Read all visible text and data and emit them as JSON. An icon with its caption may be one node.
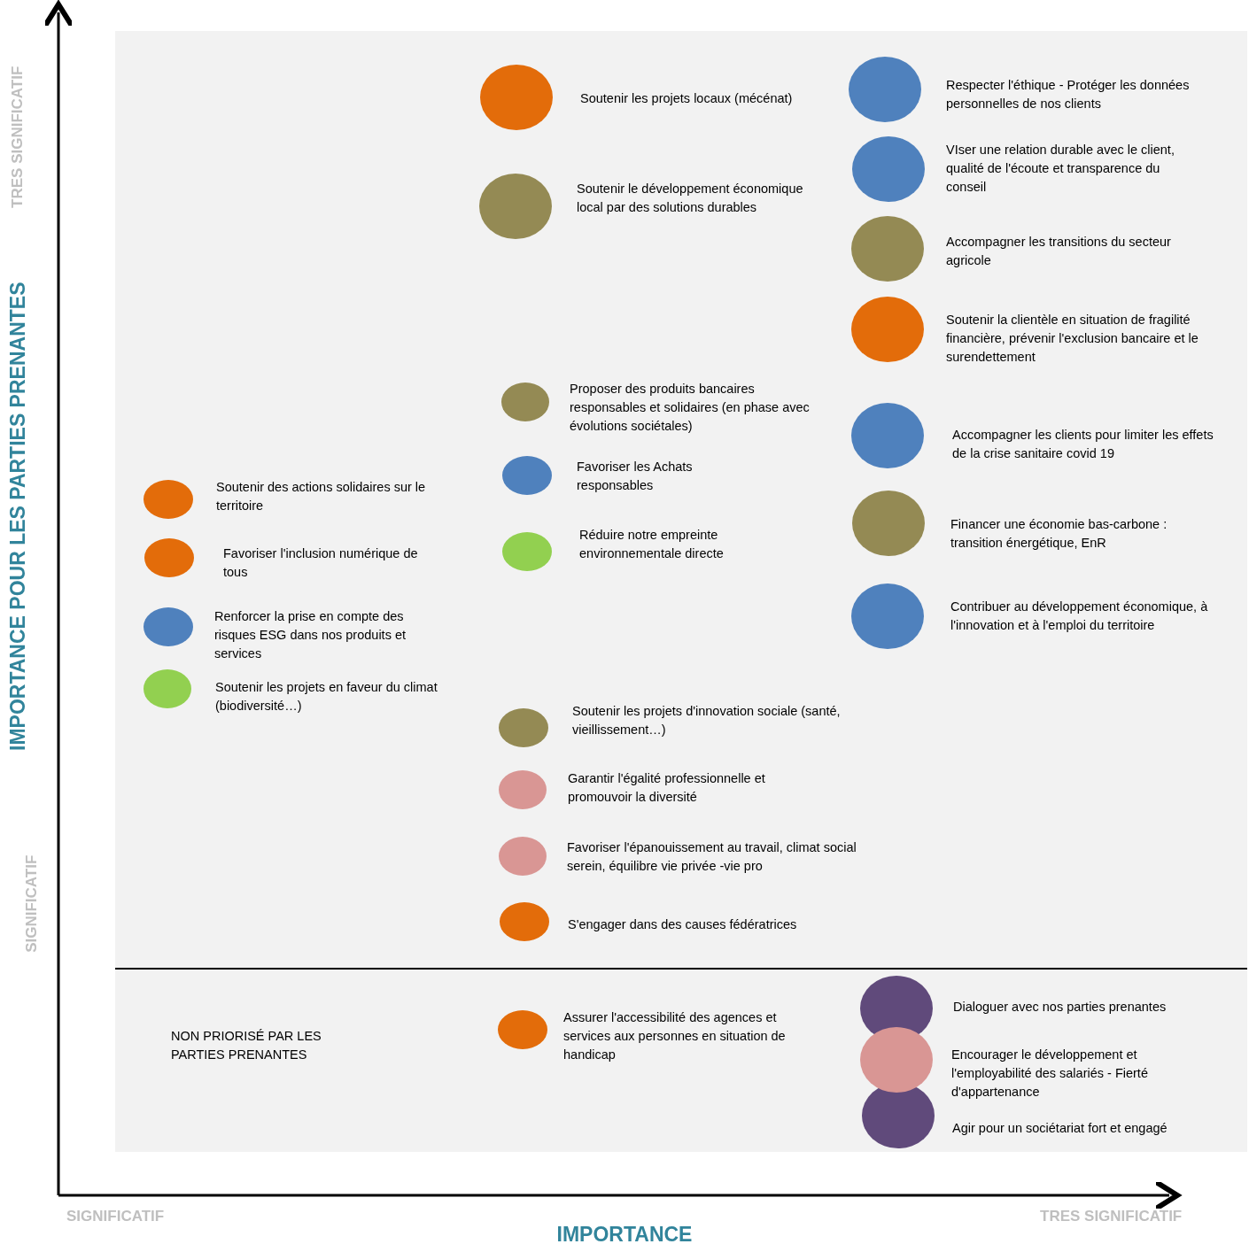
{
  "diagram": {
    "nodes": [
      {
        "text": [],
        "shape": "circle",
        "beside": [
          "Soutenir les projets locaux (mécénat)"
        ]
      },
      {
        "text": [],
        "shape": "circle",
        "beside": [
          "Soutenir le développement économique local par des solutions durables"
        ]
      },
      {
        "text": [],
        "shape": "circle",
        "beside": [
          "Respecter l'éthique - Protéger les données personnelles de nos clients"
        ]
      },
      {
        "text": [],
        "shape": "circle",
        "beside": [
          "VIser une relation durable avec le client, qualité de l'écoute et transparence du conseil"
        ]
      },
      {
        "text": [],
        "shape": "circle",
        "beside": [
          "Accompagner les transitions du secteur agricole"
        ]
      },
      {
        "text": [],
        "shape": "circle",
        "beside": [
          "Soutenir la clientèle en situation de fragilité financière, prévenir l'exclusion bancaire et le surendettement"
        ]
      },
      {
        "text": [],
        "shape": "circle",
        "beside": [
          "Proposer des produits bancaires responsables et solidaires (en phase avec évolutions sociétales)"
        ]
      },
      {
        "text": [],
        "shape": "circle",
        "beside": [
          "Accompagner les clients pour limiter les effets de la crise sanitaire covid 19"
        ]
      },
      {
        "text": [],
        "shape": "circle",
        "beside": [
          "Soutenir des actions solidaires sur le territoire"
        ]
      },
      {
        "text": [],
        "shape": "circle",
        "beside": [
          "Favoriser les Achats responsables"
        ]
      },
      {
        "text": [],
        "shape": "circle",
        "beside": [
          "Financer une économie bas-carbone : transition énergétique, EnR"
        ]
      },
      {
        "text": [],
        "shape": "circle",
        "beside": [
          "Réduire notre empreinte environnementale directe"
        ]
      },
      {
        "text": [],
        "shape": "circle",
        "beside": [
          "Favoriser l'inclusion numérique de tous"
        ]
      },
      {
        "text": [],
        "shape": "circle",
        "beside": [
          "Contribuer au développement économique, à l'innovation et à l'emploi du territoire"
        ]
      },
      {
        "text": [],
        "shape": "circle",
        "beside": [
          "Renforcer la prise en compte des risques ESG dans nos produits et services"
        ]
      },
      {
        "text": [],
        "shape": "circle",
        "beside": [
          "Soutenir les projets en faveur du climat (biodiversité…)"
        ]
      },
      {
        "text": [],
        "shape": "circle",
        "beside": [
          "Soutenir les projets d'innovation sociale (santé, vieillissement…)"
        ]
      },
      {
        "text": [],
        "shape": "circle",
        "beside": [
          "Garantir l'égalité professionnelle et promouvoir la diversité"
        ]
      },
      {
        "text": [],
        "shape": "circle",
        "beside": [
          "Favoriser l'épanouissement au travail, climat social serein, équilibre vie privée -vie pro"
        ]
      },
      {
        "text": [],
        "shape": "circle",
        "beside": [
          "S'engager dans des causes fédératrices"
        ]
      },
      {
        "text": [
          "NON PRIORISÉ PAR LES PARTIES PRENANTES"
        ]
      },
      {
        "text": [],
        "shape": "circle",
        "in": 20,
        "beside": [
          "Assurer l'accessibilité des agences et services aux personnes en situation de handicap"
        ]
      },
      {
        "text": [],
        "shape": "circle",
        "in": 20,
        "beside": [
          "Dialoguer avec nos parties prenantes"
        ]
      },
      {
        "text": [],
        "shape": "circle",
        "in": 20,
        "beside": [
          "Agir pour un sociétariat fort et engagé"
        ]
      },
      {
        "text": [],
        "shape": "circle",
        "in": 20,
        "beside": [
          "Encourager le développement et l'employabilité des salariés - Fierté d'appartenance"
        ]
      }
    ],
    "labels": [
      "TRES SIGNIFICATIF",
      "IMPORTANCE POUR LES PARTIES PRENANTES",
      "SIGNIFICATIF",
      "SIGNIFICATIF",
      "IMPORTANCE",
      "TRES SIGNIFICATIF"
    ]
  }
}
